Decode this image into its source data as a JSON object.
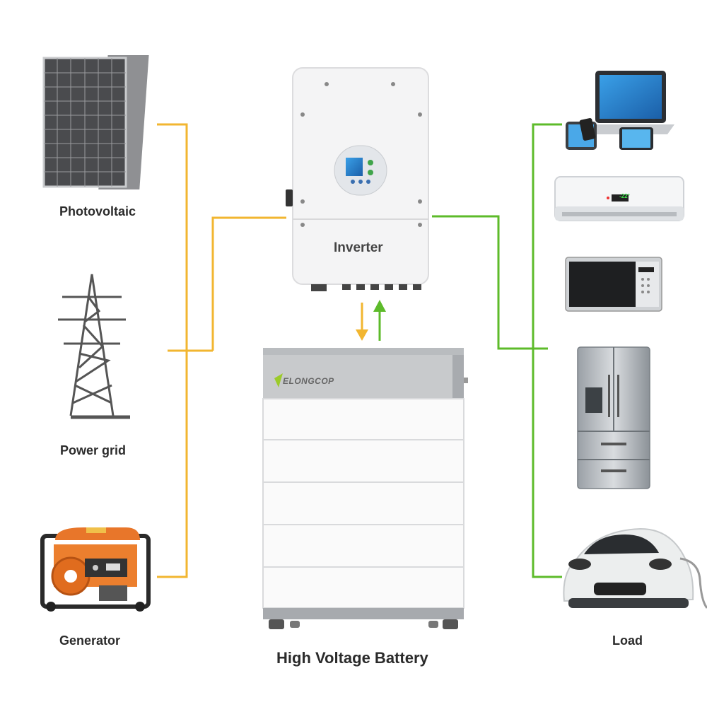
{
  "sources": [
    {
      "label": "Photovoltaic"
    },
    {
      "label": "Power grid"
    },
    {
      "label": "Generator"
    }
  ],
  "inverter": {
    "label": "Inverter"
  },
  "battery": {
    "label": "High Voltage Battery",
    "brand": "ELONGCOP"
  },
  "load": {
    "label": "Load"
  },
  "ac_display": "-22°",
  "colors": {
    "source_line": "#f2b630",
    "load_line": "#5dbb2a",
    "battery_down": "#f2b630",
    "battery_up": "#5dbb2a"
  }
}
